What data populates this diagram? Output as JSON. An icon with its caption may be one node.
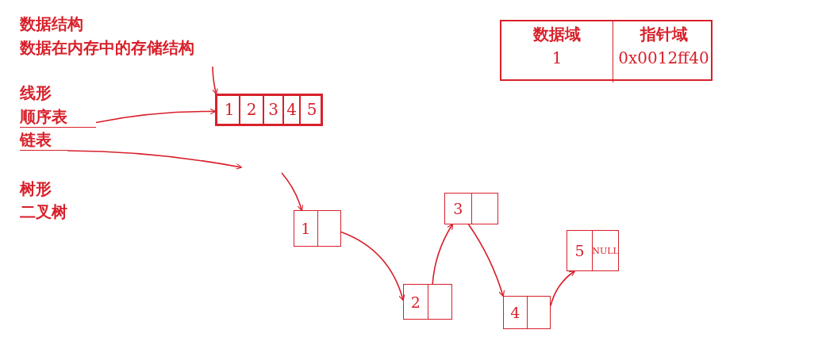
{
  "diagram": {
    "nodes": [
      {
        "text": [],
        "shape": "box"
      },
      {
        "text": [
          "数据域",
          "1"
        ],
        "in": 0
      },
      {
        "text": [
          "指针域",
          "0x0012ff40"
        ],
        "in": 0
      },
      {
        "text": [],
        "shape": "box"
      },
      {
        "text": [
          "1"
        ],
        "in": 3
      },
      {
        "text": [
          "2"
        ],
        "in": 3
      },
      {
        "text": [
          "3"
        ],
        "in": 3
      },
      {
        "text": [
          "4"
        ],
        "in": 3
      },
      {
        "text": [
          "5"
        ],
        "in": 3
      },
      {
        "text": [
          "顺序表"
        ]
      },
      {
        "text": [
          "链表"
        ]
      },
      {
        "text": [
          "1"
        ]
      },
      {
        "text": [
          "2"
        ]
      },
      {
        "text": [
          "3"
        ]
      },
      {
        "text": [
          "4"
        ]
      },
      {
        "text": [
          "5",
          "NULL"
        ]
      }
    ],
    "edges": [
      {
        "from": null,
        "to": 3,
        "arrow": "to"
      },
      {
        "from": 9,
        "to": 3,
        "arrow": "to"
      },
      {
        "from": 10,
        "to": null,
        "arrow": "to"
      },
      {
        "from": null,
        "to": 11,
        "arrow": "to"
      },
      {
        "from": 11,
        "to": 12,
        "arrow": "to"
      },
      {
        "from": 12,
        "to": 13,
        "arrow": "to"
      },
      {
        "from": 13,
        "to": 14,
        "arrow": "to"
      },
      {
        "from": 14,
        "to": 15,
        "arrow": "to"
      }
    ],
    "labels": [
      "数据结构",
      "数据在内存中的存储结构",
      "线形",
      "树形",
      "二叉树"
    ]
  }
}
